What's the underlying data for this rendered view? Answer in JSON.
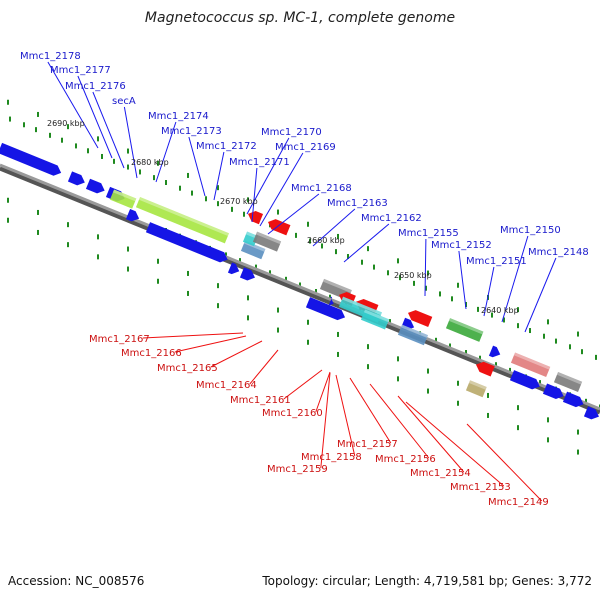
{
  "title": "Magnetococcus sp. MC-1, complete genome",
  "footer": {
    "accession": "Accession: NC_008576",
    "stats": "Topology: circular; Length: 4,719,581 bp; Genes: 3,772"
  },
  "colors": {
    "forward": "#1515e6",
    "reverse": "#ee1111",
    "backbone": "#888888",
    "tick": "#1f8a1f",
    "label_forward": "#1a1acc",
    "label_reverse": "#cc1111"
  },
  "scale_labels": [
    "2690 kbp",
    "2680 kbp",
    "2670 kbp",
    "2660 kbp",
    "2650 kbp",
    "2640 kbp"
  ],
  "forward_genes": [
    "Mmc1_2178",
    "Mmc1_2177",
    "Mmc1_2176",
    "secA",
    "Mmc1_2174",
    "Mmc1_2173",
    "Mmc1_2172",
    "Mmc1_2170",
    "Mmc1_2171",
    "Mmc1_2169",
    "Mmc1_2168",
    "Mmc1_2163",
    "Mmc1_2162",
    "Mmc1_2155",
    "Mmc1_2152",
    "Mmc1_2151",
    "Mmc1_2150",
    "Mmc1_2148"
  ],
  "reverse_genes": [
    "Mmc1_2167",
    "Mmc1_2166",
    "Mmc1_2165",
    "Mmc1_2164",
    "Mmc1_2161",
    "Mmc1_2160",
    "Mmc1_2158",
    "Mmc1_2159",
    "Mmc1_2157",
    "Mmc1_2156",
    "Mmc1_2154",
    "Mmc1_2153",
    "Mmc1_2149"
  ]
}
